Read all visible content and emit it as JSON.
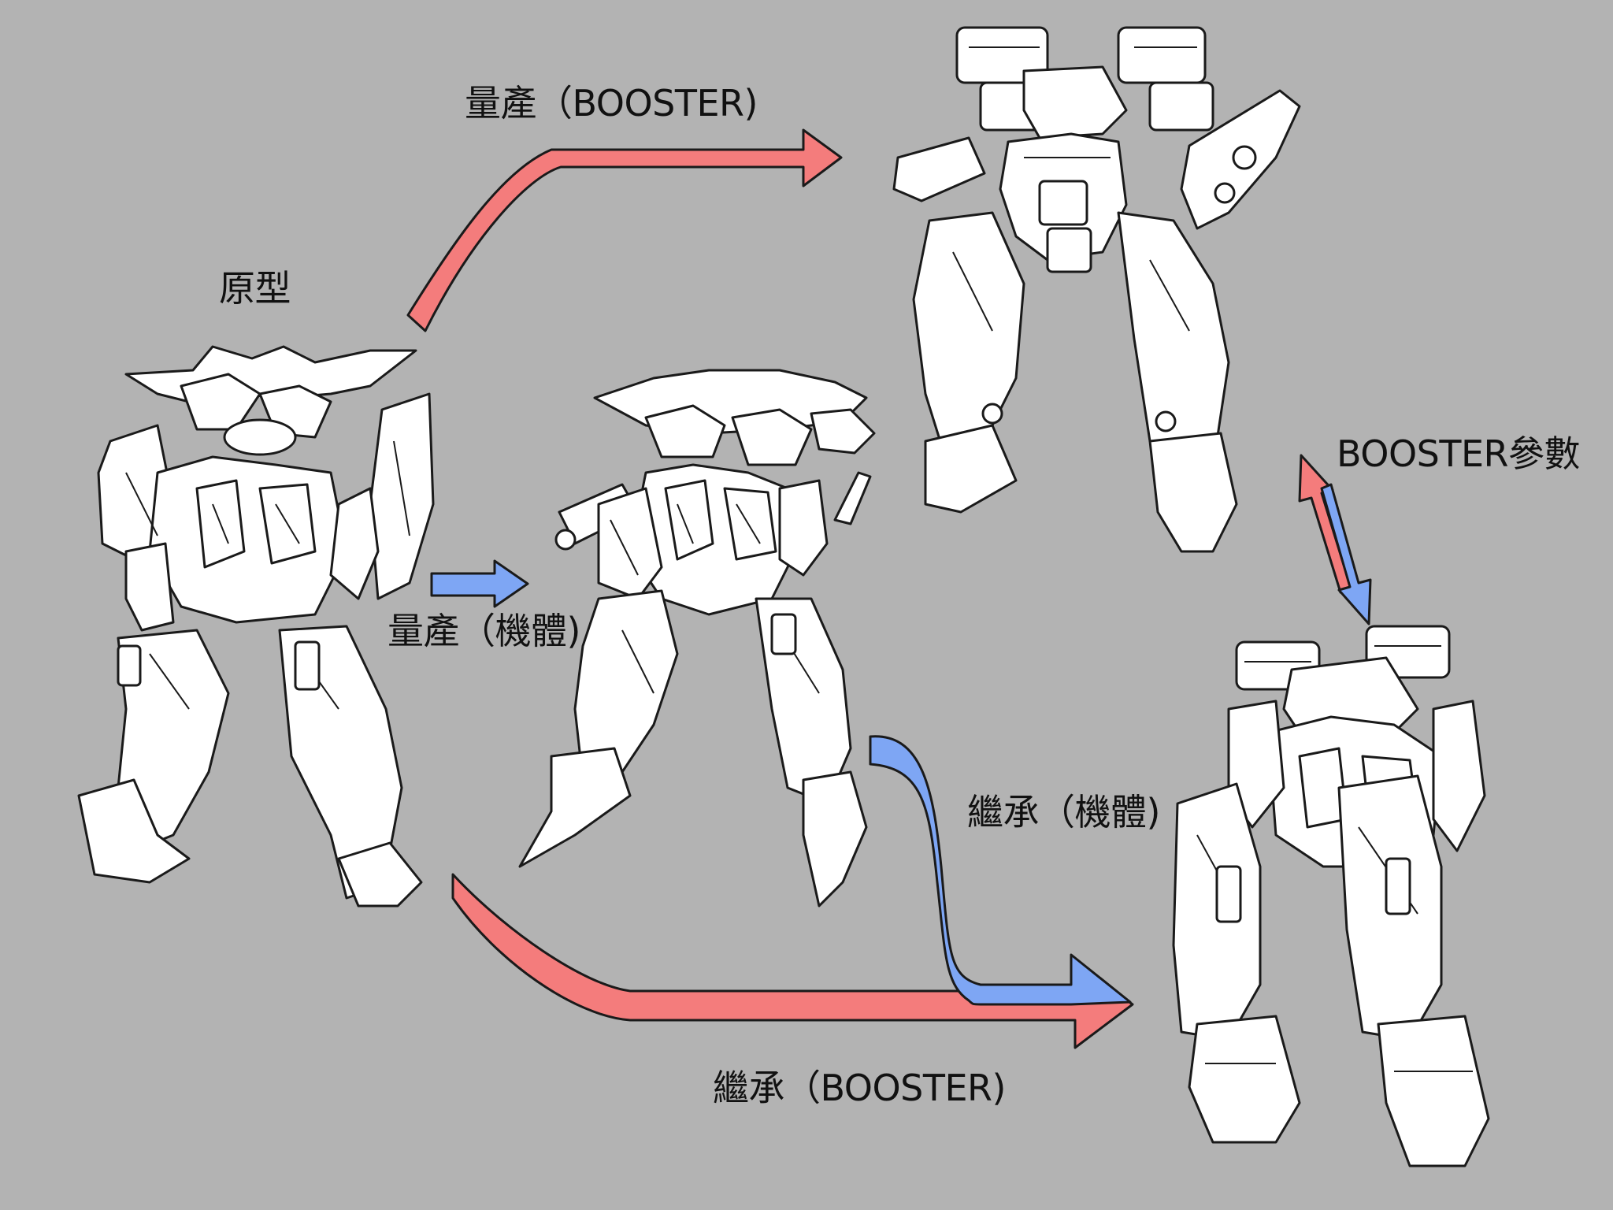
{
  "labels": {
    "prototype": "原型",
    "mass_production_booster": "量產（BOOSTER)",
    "mass_production_body": "量產（機體)",
    "inherit_body": "繼承（機體)",
    "inherit_booster": "繼承（BOOSTER)",
    "booster_params": "BOOSTER參數"
  },
  "colors": {
    "background": "#b3b3b3",
    "booster_arrow": "#f47c7c",
    "body_arrow": "#7ea6f4"
  }
}
